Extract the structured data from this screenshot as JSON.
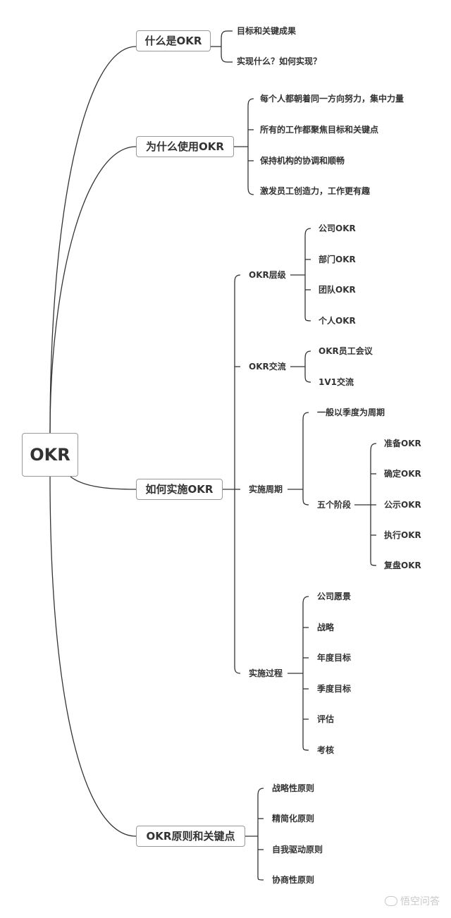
{
  "root": {
    "label": "OKR"
  },
  "what": {
    "label": "什么是OKR",
    "items": [
      "目标和关键成果",
      "实现什么？如何实现？"
    ]
  },
  "why": {
    "label": "为什么使用OKR",
    "items": [
      "每个人都朝着同一方向努力，集中力量",
      "所有的工作都聚焦目标和关键点",
      "保持机构的协调和顺畅",
      "激发员工创造力，工作更有趣"
    ]
  },
  "how": {
    "label": "如何实施OKR",
    "levels": {
      "label": "OKR层级",
      "items": [
        "公司OKR",
        "部门OKR",
        "团队OKR",
        "个人OKR"
      ]
    },
    "comm": {
      "label": "OKR交流",
      "items": [
        "OKR员工会议",
        "1V1交流"
      ]
    },
    "cycle": {
      "label": "实施周期",
      "first": "一般以季度为周期",
      "stages": {
        "label": "五个阶段",
        "items": [
          "准备OKR",
          "确定OKR",
          "公示OKR",
          "执行OKR",
          "复盘OKR"
        ]
      }
    },
    "process": {
      "label": "实施过程",
      "items": [
        "公司愿景",
        "战略",
        "年度目标",
        "季度目标",
        "评估",
        "考核"
      ]
    }
  },
  "principles": {
    "label": "OKR原则和关键点",
    "items": [
      "战略性原则",
      "精简化原则",
      "自我驱动原则",
      "协商性原则"
    ]
  },
  "watermark": "悟空问答"
}
